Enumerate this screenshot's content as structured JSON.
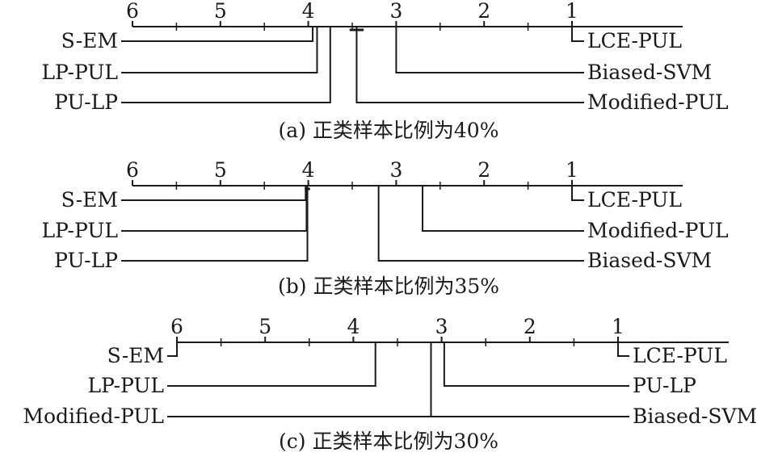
{
  "panels": [
    {
      "id": "a",
      "caption": "(a) 正类样本比例为40%",
      "axis_ticks": [
        "6",
        "5",
        "4",
        "3",
        "2",
        "1"
      ],
      "left_methods": [
        {
          "label": "S-EM",
          "rank": 3.95
        },
        {
          "label": "LP-PUL",
          "rank": 3.9
        },
        {
          "label": "PU-LP",
          "rank": 3.75
        }
      ],
      "right_methods": [
        {
          "label": "LCE-PUL",
          "rank": 1.0
        },
        {
          "label": "Biased-SVM",
          "rank": 3.0
        },
        {
          "label": "Modified-PUL",
          "rank": 3.45
        }
      ],
      "cliques": [
        {
          "from": 3.37,
          "to": 3.53
        }
      ]
    },
    {
      "id": "b",
      "caption": "(b) 正类样本比例为35%",
      "axis_ticks": [
        "6",
        "5",
        "4",
        "3",
        "2",
        "1"
      ],
      "left_methods": [
        {
          "label": "S-EM",
          "rank": 4.03
        },
        {
          "label": "LP-PUL",
          "rank": 4.02
        },
        {
          "label": "PU-LP",
          "rank": 4.01
        }
      ],
      "right_methods": [
        {
          "label": "LCE-PUL",
          "rank": 1.0
        },
        {
          "label": "Modified-PUL",
          "rank": 2.7
        },
        {
          "label": "Biased-SVM",
          "rank": 3.2
        }
      ],
      "cliques": [
        {
          "from": 3.98,
          "to": 4.04
        }
      ]
    },
    {
      "id": "c",
      "caption": "(c) 正类样本比例为30%",
      "axis_ticks": [
        "6",
        "5",
        "4",
        "3",
        "2",
        "1"
      ],
      "left_methods": [
        {
          "label": "S-EM",
          "rank": 6.0
        },
        {
          "label": "LP-PUL",
          "rank": 3.75
        },
        {
          "label": "Modified-PUL",
          "rank": 3.12
        }
      ],
      "right_methods": [
        {
          "label": "LCE-PUL",
          "rank": 1.0
        },
        {
          "label": "PU-LP",
          "rank": 2.97
        },
        {
          "label": "Biased-SVM",
          "rank": 3.12
        }
      ],
      "cliques": []
    }
  ]
}
